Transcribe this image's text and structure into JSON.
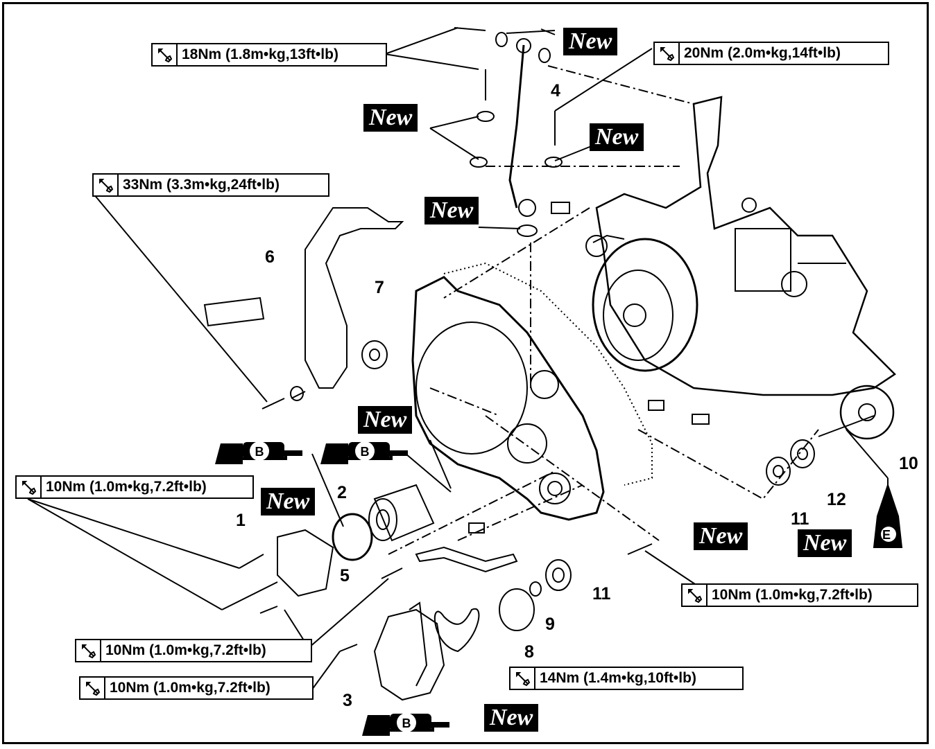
{
  "torque_specs": {
    "t18": "18Nm (1.8m•kg,13ft•lb)",
    "t20": "20Nm (2.0m•kg,14ft•lb)",
    "t33": "33Nm (3.3m•kg,24ft•lb)",
    "t10_a": "10Nm (1.0m•kg,7.2ft•lb)",
    "t10_b": "10Nm (1.0m•kg,7.2ft•lb)",
    "t10_c": "10Nm (1.0m•kg,7.2ft•lb)",
    "t10_d": "10Nm (1.0m•kg,7.2ft•lb)",
    "t14": "14Nm (1.4m•kg,10ft•lb)"
  },
  "new_label": "New",
  "grease_label": "B",
  "oil_label": "E",
  "part_numbers": [
    "1",
    "2",
    "3",
    "4",
    "5",
    "6",
    "7",
    "8",
    "9",
    "10",
    "11",
    "11",
    "12"
  ],
  "icons": [
    "torque-wrench-icon",
    "grease-gun-icon",
    "oil-can-icon"
  ]
}
